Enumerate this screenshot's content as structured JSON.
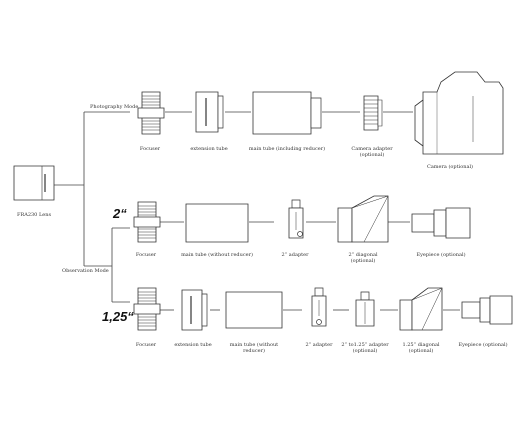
{
  "source": {
    "lens_label": "FRA230 Lens"
  },
  "modes": {
    "photography": "Photography Mode",
    "observation": "Observation Mode"
  },
  "photo_row": {
    "focuser": "Focuser",
    "extension_tube": "extension tube",
    "main_tube": "main tube (including reducer)",
    "camera_adapter": "Camera adapter (optional)",
    "camera": "Camera (optional)"
  },
  "obs2_row": {
    "size": "2“",
    "focuser": "Focuser",
    "main_tube": "main tube (without reducer)",
    "adapter": "2” adapter",
    "diagonal": "2” diagonal (optional)",
    "eyepiece": "Eyepiece (optional)"
  },
  "obs125_row": {
    "size": "1,25“",
    "focuser": "Focuser",
    "extension_tube": "extension tube",
    "main_tube": "main tube (without reducer)",
    "adapter": "2” adapter",
    "reducer_adapter": "2” to1.25” adapter (optional)",
    "diagonal": "1.25” diagonal (optional)",
    "eyepiece": "Eyepiece (optional)"
  }
}
